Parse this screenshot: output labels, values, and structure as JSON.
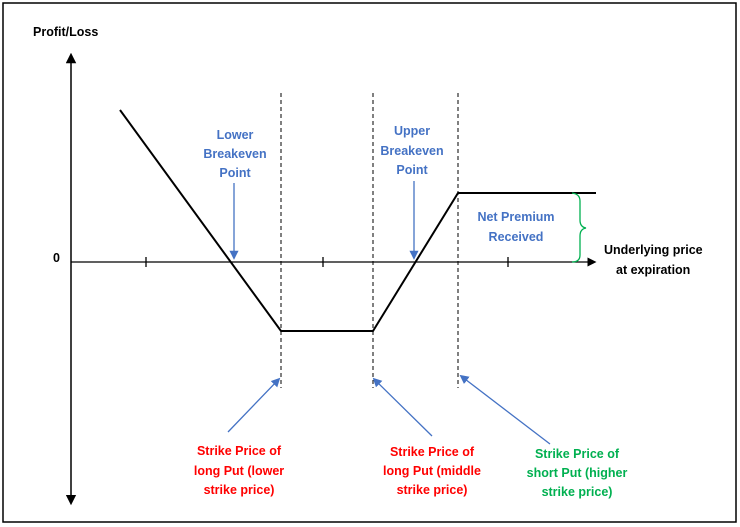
{
  "axis": {
    "y_label": "Profit/Loss",
    "zero_label": "0",
    "x_label_line1": "Underlying price",
    "x_label_line2": "at expiration"
  },
  "annotations": {
    "lower_breakeven": [
      "Lower",
      "Breakeven",
      "Point"
    ],
    "upper_breakeven": [
      "Upper",
      "Breakeven",
      "Point"
    ],
    "net_premium": [
      "Net Premium",
      "Received"
    ],
    "strike_long_lower": [
      "Strike Price of",
      "long Put (lower",
      "strike price)"
    ],
    "strike_long_middle": [
      "Strike Price of",
      "long Put (middle",
      "strike price)"
    ],
    "strike_short_higher": [
      "Strike Price of",
      "short Put (higher",
      "strike price)"
    ]
  },
  "colors": {
    "blue": "#4472C4",
    "red": "#FF0000",
    "green": "#00B050",
    "black": "#000000"
  }
}
